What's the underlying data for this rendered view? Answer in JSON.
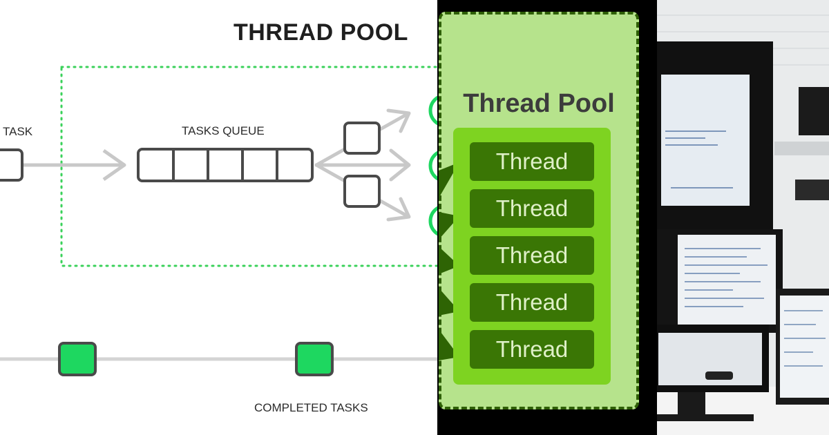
{
  "left_diagram": {
    "title": "THREAD POOL",
    "task_label": "TASK",
    "queue_label": "TASKS QUEUE",
    "completed_label": "COMPLETED TASKS",
    "queue_slots": 5,
    "completed_tasks": 2,
    "colors": {
      "accent": "#1ed760",
      "outline": "#4a4a4a",
      "arrow": "#c8c8c8",
      "dotted": "#3ad15a"
    }
  },
  "middle_panel": {
    "title": "Thread Pool",
    "threads": [
      "Thread",
      "Thread",
      "Thread",
      "Thread",
      "Thread"
    ],
    "colors": {
      "card": "#b6e38c",
      "inner": "#7ed321",
      "thread": "#3a7605",
      "border": "#2e5f06"
    }
  },
  "right_photo": {
    "subject": "monitor-photo"
  }
}
